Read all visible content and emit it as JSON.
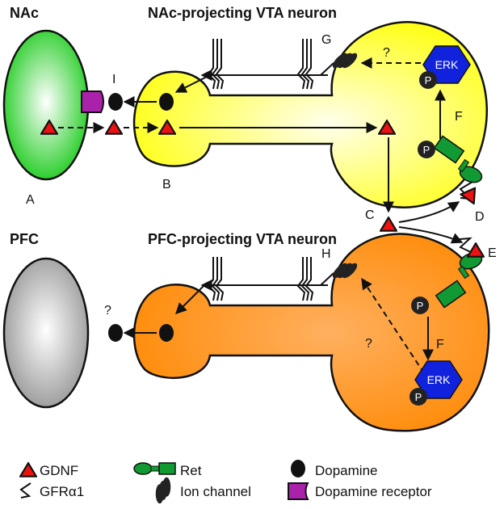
{
  "top_row": {
    "region_label": "NAc",
    "neuron_title": "NAc-projecting VTA neuron"
  },
  "bottom_row": {
    "region_label": "PFC",
    "neuron_title": "PFC-projecting VTA neuron"
  },
  "markers": {
    "A": "A",
    "B": "B",
    "C": "C",
    "D": "D",
    "E": "E",
    "F_top": "F",
    "F_bottom": "F",
    "G": "G",
    "H": "H",
    "I": "I"
  },
  "question_marks": {
    "top_signal": "?",
    "bottom_signal": "?",
    "pfc_receptor": "?"
  },
  "molecules": {
    "erk": "ERK",
    "phospho": "P"
  },
  "legend": {
    "gdnf": "GDNF",
    "gfra1": "GFRα1",
    "ret": "Ret",
    "ion_channel": "Ion channel",
    "dopamine": "Dopamine",
    "dopamine_receptor": "Dopamine receptor"
  },
  "colors": {
    "nac": "#22cc22",
    "pfc": "#aaaaaa",
    "vta_nac_neuron": "#ffff00",
    "vta_pfc_neuron": "#ff8800",
    "gdnf": "#ee1111",
    "ret": "#119933",
    "erk": "#1122dd",
    "receptor": "#aa22aa"
  }
}
